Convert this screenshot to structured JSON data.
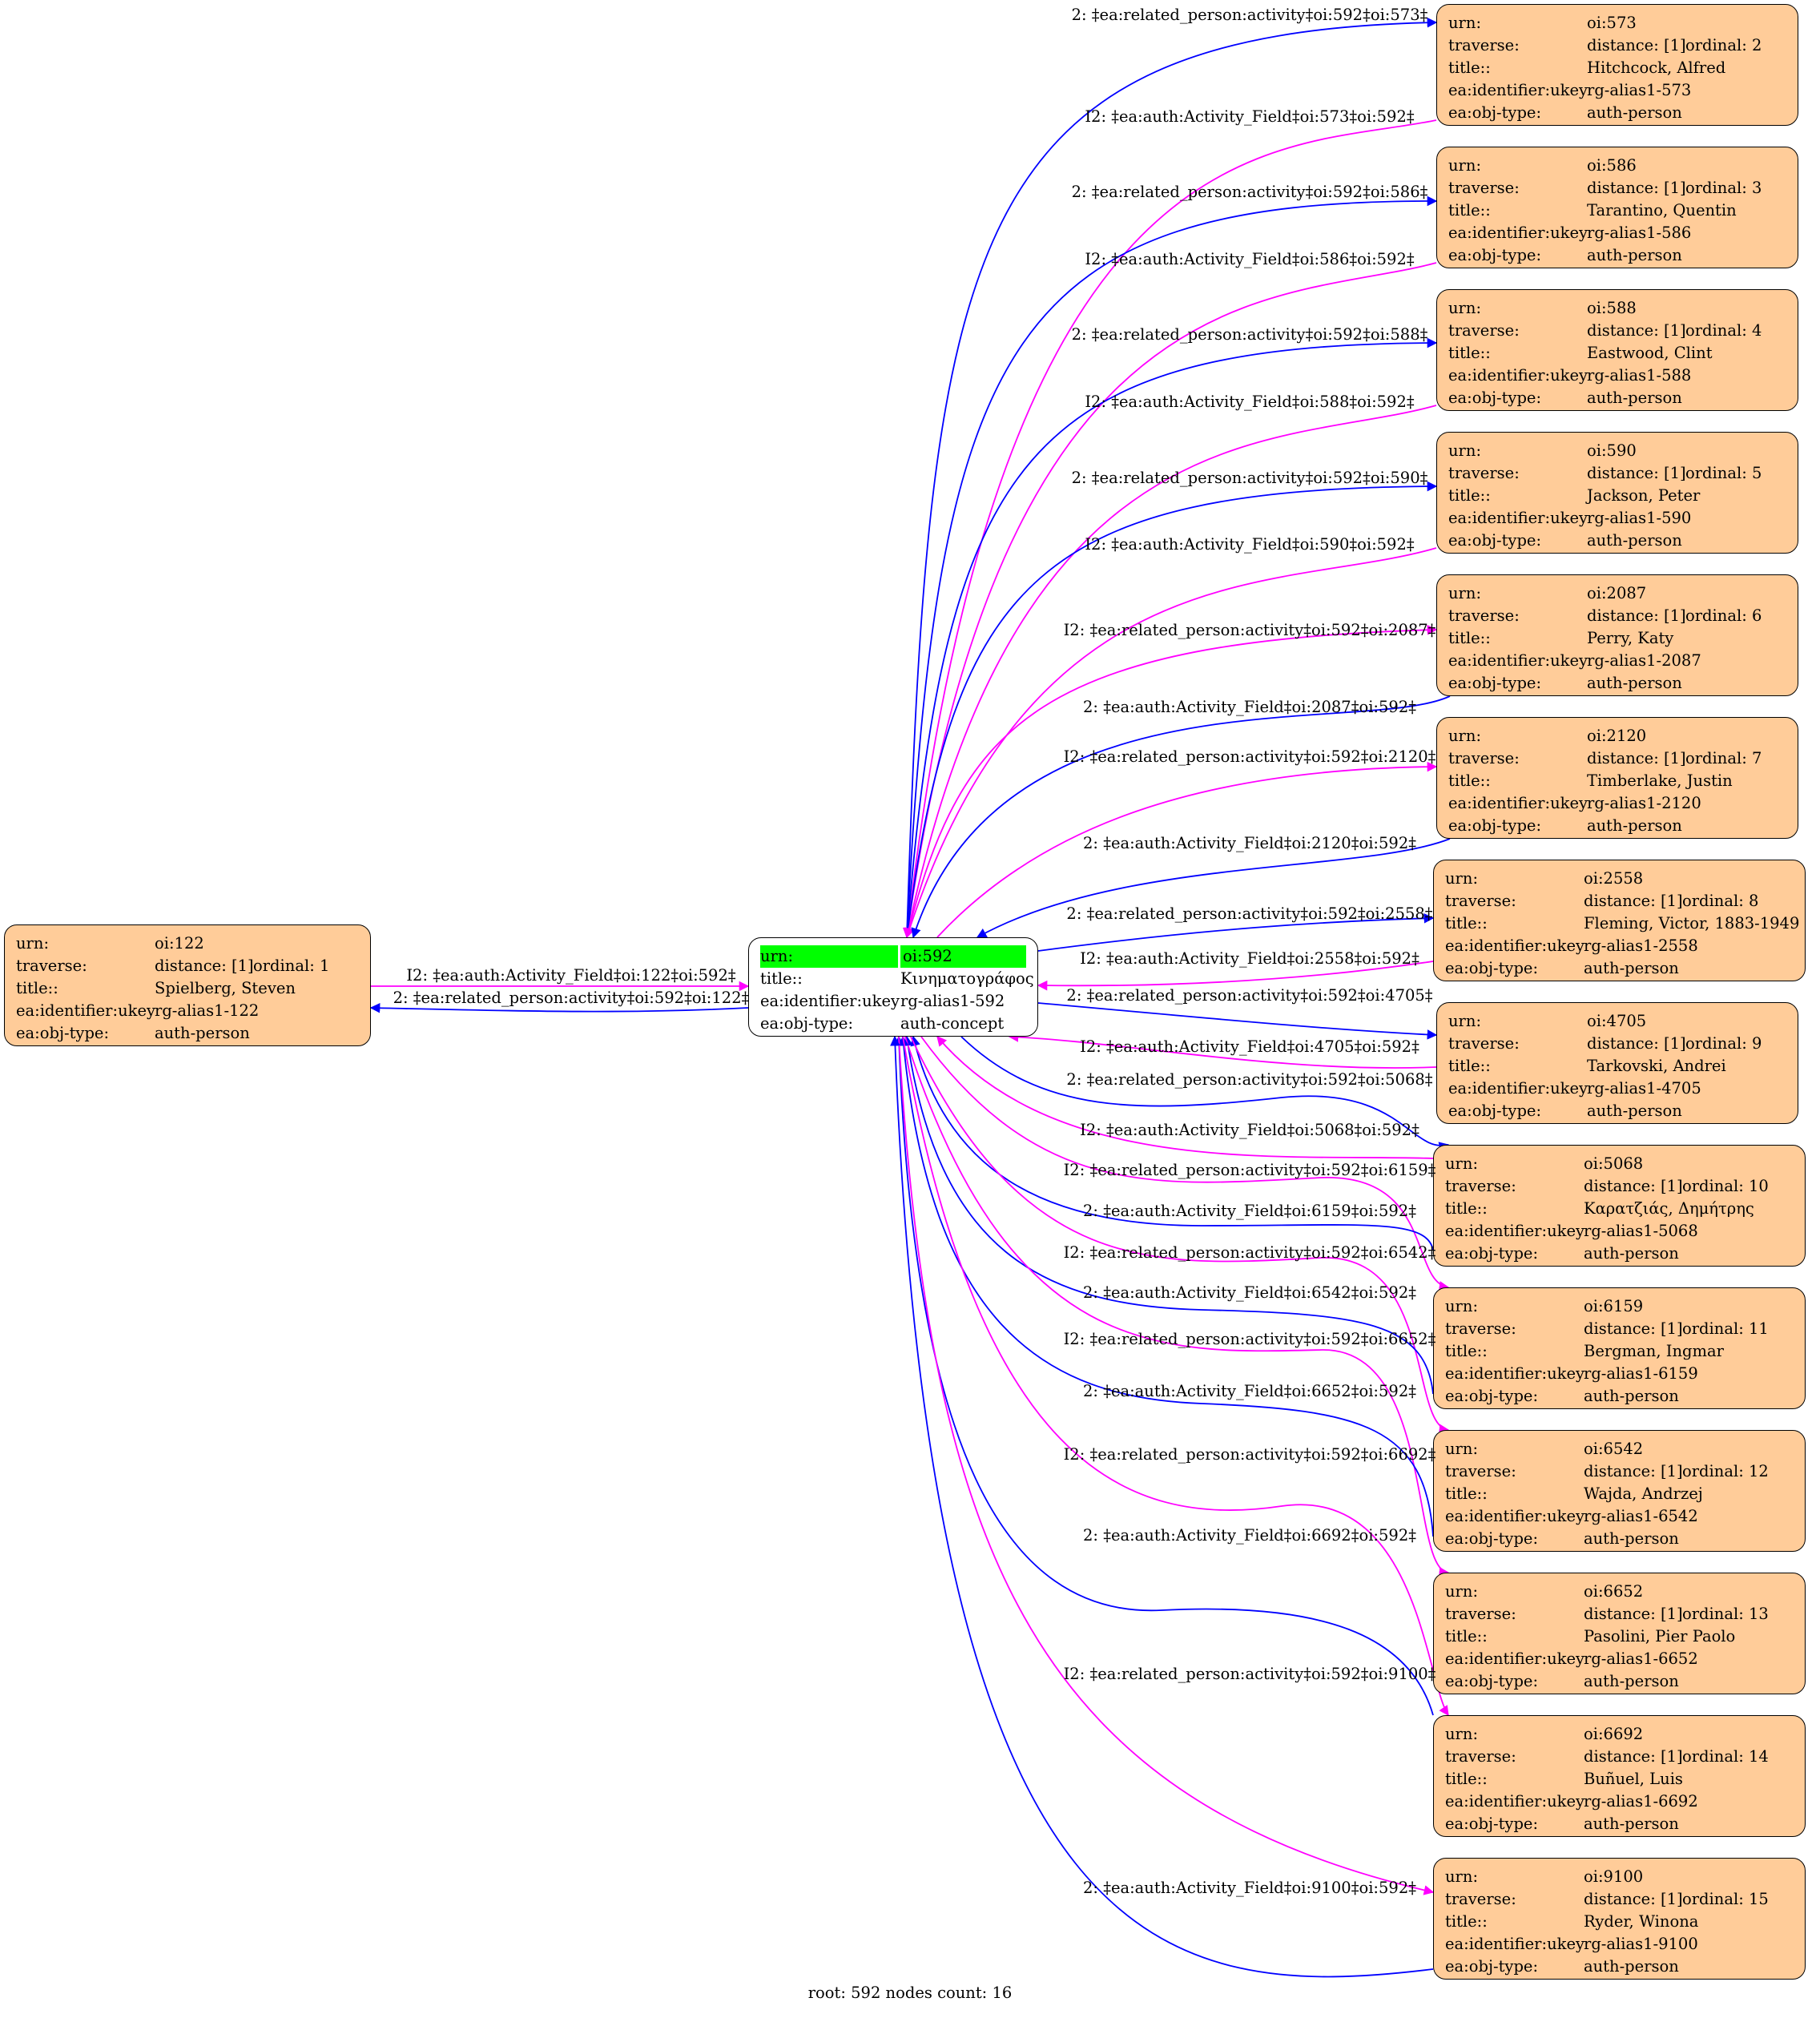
{
  "root": {
    "id": "592",
    "rows": [
      {
        "key": "urn:",
        "value": "oi:592"
      },
      {
        "key": "title::",
        "value": "Κινηματογράφος"
      },
      {
        "key": "ea:identifier:ukey",
        "value": "rg-alias1-592"
      },
      {
        "key": "ea:obj-type:",
        "value": "auth-concept"
      }
    ],
    "highlight_color": "#00ff00"
  },
  "nodes": [
    {
      "id": "122",
      "urn": "oi:122",
      "distance": "distance: [1]",
      "ordinal": "ordinal: 1",
      "title": "Spielberg, Steven",
      "ukey": "rg-alias1-122",
      "objtype": "auth-person"
    },
    {
      "id": "573",
      "urn": "oi:573",
      "distance": "distance: [1]",
      "ordinal": "ordinal: 2",
      "title": "Hitchcock, Alfred",
      "ukey": "rg-alias1-573",
      "objtype": "auth-person"
    },
    {
      "id": "586",
      "urn": "oi:586",
      "distance": "distance: [1]",
      "ordinal": "ordinal: 3",
      "title": "Tarantino, Quentin",
      "ukey": "rg-alias1-586",
      "objtype": "auth-person"
    },
    {
      "id": "588",
      "urn": "oi:588",
      "distance": "distance: [1]",
      "ordinal": "ordinal: 4",
      "title": "Eastwood, Clint",
      "ukey": "rg-alias1-588",
      "objtype": "auth-person"
    },
    {
      "id": "590",
      "urn": "oi:590",
      "distance": "distance: [1]",
      "ordinal": "ordinal: 5",
      "title": "Jackson, Peter",
      "ukey": "rg-alias1-590",
      "objtype": "auth-person"
    },
    {
      "id": "2087",
      "urn": "oi:2087",
      "distance": "distance: [1]",
      "ordinal": "ordinal: 6",
      "title": "Perry, Katy",
      "ukey": "rg-alias1-2087",
      "objtype": "auth-person"
    },
    {
      "id": "2120",
      "urn": "oi:2120",
      "distance": "distance: [1]",
      "ordinal": "ordinal: 7",
      "title": "Timberlake, Justin",
      "ukey": "rg-alias1-2120",
      "objtype": "auth-person"
    },
    {
      "id": "2558",
      "urn": "oi:2558",
      "distance": "distance: [1]",
      "ordinal": "ordinal: 8",
      "title": "Fleming, Victor, 1883-1949",
      "ukey": "rg-alias1-2558",
      "objtype": "auth-person"
    },
    {
      "id": "4705",
      "urn": "oi:4705",
      "distance": "distance: [1]",
      "ordinal": "ordinal: 9",
      "title": "Tarkovski, Andrei",
      "ukey": "rg-alias1-4705",
      "objtype": "auth-person"
    },
    {
      "id": "5068",
      "urn": "oi:5068",
      "distance": "distance: [1]",
      "ordinal": "ordinal: 10",
      "title": "Καρατζιάς, Δημήτρης",
      "ukey": "rg-alias1-5068",
      "objtype": "auth-person"
    },
    {
      "id": "6159",
      "urn": "oi:6159",
      "distance": "distance: [1]",
      "ordinal": "ordinal: 11",
      "title": "Bergman, Ingmar",
      "ukey": "rg-alias1-6159",
      "objtype": "auth-person"
    },
    {
      "id": "6542",
      "urn": "oi:6542",
      "distance": "distance: [1]",
      "ordinal": "ordinal: 12",
      "title": "Wajda, Andrzej",
      "ukey": "rg-alias1-6542",
      "objtype": "auth-person"
    },
    {
      "id": "6652",
      "urn": "oi:6652",
      "distance": "distance: [1]",
      "ordinal": "ordinal: 13",
      "title": "Pasolini, Pier Paolo",
      "ukey": "rg-alias1-6652",
      "objtype": "auth-person"
    },
    {
      "id": "6692",
      "urn": "oi:6692",
      "distance": "distance: [1]",
      "ordinal": "ordinal: 14",
      "title": "Buñuel, Luis",
      "ukey": "rg-alias1-6692",
      "objtype": "auth-person"
    },
    {
      "id": "9100",
      "urn": "oi:9100",
      "distance": "distance: [1]",
      "ordinal": "ordinal: 15",
      "title": "Ryder, Winona",
      "ukey": "rg-alias1-9100",
      "objtype": "auth-person"
    }
  ],
  "field_keys": {
    "urn": "urn:",
    "traverse": "traverse:",
    "title": "title::",
    "ukey": "ea:identifier:ukey",
    "objtype": "ea:obj-type:"
  },
  "edges": [
    {
      "from": "122",
      "to": "592",
      "label": "I2: ‡ea:auth:Activity_Field‡oi:122‡oi:592‡",
      "color": "magenta"
    },
    {
      "from": "592",
      "to": "122",
      "label": "2: ‡ea:related_person:activity‡oi:592‡oi:122‡",
      "color": "blue"
    },
    {
      "from": "592",
      "to": "573",
      "label": "2: ‡ea:related_person:activity‡oi:592‡oi:573‡",
      "color": "blue"
    },
    {
      "from": "573",
      "to": "592",
      "label": "I2: ‡ea:auth:Activity_Field‡oi:573‡oi:592‡",
      "color": "magenta"
    },
    {
      "from": "592",
      "to": "586",
      "label": "2: ‡ea:related_person:activity‡oi:592‡oi:586‡",
      "color": "blue"
    },
    {
      "from": "586",
      "to": "592",
      "label": "I2: ‡ea:auth:Activity_Field‡oi:586‡oi:592‡",
      "color": "magenta"
    },
    {
      "from": "592",
      "to": "588",
      "label": "2: ‡ea:related_person:activity‡oi:592‡oi:588‡",
      "color": "blue"
    },
    {
      "from": "588",
      "to": "592",
      "label": "I2: ‡ea:auth:Activity_Field‡oi:588‡oi:592‡",
      "color": "magenta"
    },
    {
      "from": "592",
      "to": "590",
      "label": "2: ‡ea:related_person:activity‡oi:592‡oi:590‡",
      "color": "blue"
    },
    {
      "from": "590",
      "to": "592",
      "label": "I2: ‡ea:auth:Activity_Field‡oi:590‡oi:592‡",
      "color": "magenta"
    },
    {
      "from": "592",
      "to": "2087",
      "label": "I2: ‡ea:related_person:activity‡oi:592‡oi:2087‡",
      "color": "magenta"
    },
    {
      "from": "2087",
      "to": "592",
      "label": "2: ‡ea:auth:Activity_Field‡oi:2087‡oi:592‡",
      "color": "blue"
    },
    {
      "from": "592",
      "to": "2120",
      "label": "I2: ‡ea:related_person:activity‡oi:592‡oi:2120‡",
      "color": "magenta"
    },
    {
      "from": "2120",
      "to": "592",
      "label": "2: ‡ea:auth:Activity_Field‡oi:2120‡oi:592‡",
      "color": "blue"
    },
    {
      "from": "592",
      "to": "2558",
      "label": "2: ‡ea:related_person:activity‡oi:592‡oi:2558‡",
      "color": "blue"
    },
    {
      "from": "2558",
      "to": "592",
      "label": "I2: ‡ea:auth:Activity_Field‡oi:2558‡oi:592‡",
      "color": "magenta"
    },
    {
      "from": "592",
      "to": "4705",
      "label": "2: ‡ea:related_person:activity‡oi:592‡oi:4705‡",
      "color": "blue"
    },
    {
      "from": "4705",
      "to": "592",
      "label": "I2: ‡ea:auth:Activity_Field‡oi:4705‡oi:592‡",
      "color": "magenta"
    },
    {
      "from": "592",
      "to": "5068",
      "label": "2: ‡ea:related_person:activity‡oi:592‡oi:5068‡",
      "color": "blue"
    },
    {
      "from": "5068",
      "to": "592",
      "label": "I2: ‡ea:auth:Activity_Field‡oi:5068‡oi:592‡",
      "color": "magenta"
    },
    {
      "from": "592",
      "to": "6159",
      "label": "I2: ‡ea:related_person:activity‡oi:592‡oi:6159‡",
      "color": "magenta"
    },
    {
      "from": "6159",
      "to": "592",
      "label": "2: ‡ea:auth:Activity_Field‡oi:6159‡oi:592‡",
      "color": "blue"
    },
    {
      "from": "592",
      "to": "6542",
      "label": "I2: ‡ea:related_person:activity‡oi:592‡oi:6542‡",
      "color": "magenta"
    },
    {
      "from": "6542",
      "to": "592",
      "label": "2: ‡ea:auth:Activity_Field‡oi:6542‡oi:592‡",
      "color": "blue"
    },
    {
      "from": "592",
      "to": "6652",
      "label": "I2: ‡ea:related_person:activity‡oi:592‡oi:6652‡",
      "color": "magenta"
    },
    {
      "from": "6652",
      "to": "592",
      "label": "2: ‡ea:auth:Activity_Field‡oi:6652‡oi:592‡",
      "color": "blue"
    },
    {
      "from": "592",
      "to": "6692",
      "label": "I2: ‡ea:related_person:activity‡oi:592‡oi:6692‡",
      "color": "magenta"
    },
    {
      "from": "6692",
      "to": "592",
      "label": "2: ‡ea:auth:Activity_Field‡oi:6692‡oi:592‡",
      "color": "blue"
    },
    {
      "from": "592",
      "to": "9100",
      "label": "I2: ‡ea:related_person:activity‡oi:592‡oi:9100‡",
      "color": "magenta"
    },
    {
      "from": "9100",
      "to": "592",
      "label": "2: ‡ea:auth:Activity_Field‡oi:9100‡oi:592‡",
      "color": "blue"
    }
  ],
  "colors": {
    "magenta": "#ff00ff",
    "blue": "#0000ff",
    "node_fill": "#ffcc99",
    "root_fill": "#ffffff"
  },
  "footer": "root: 592 nodes count: 16"
}
